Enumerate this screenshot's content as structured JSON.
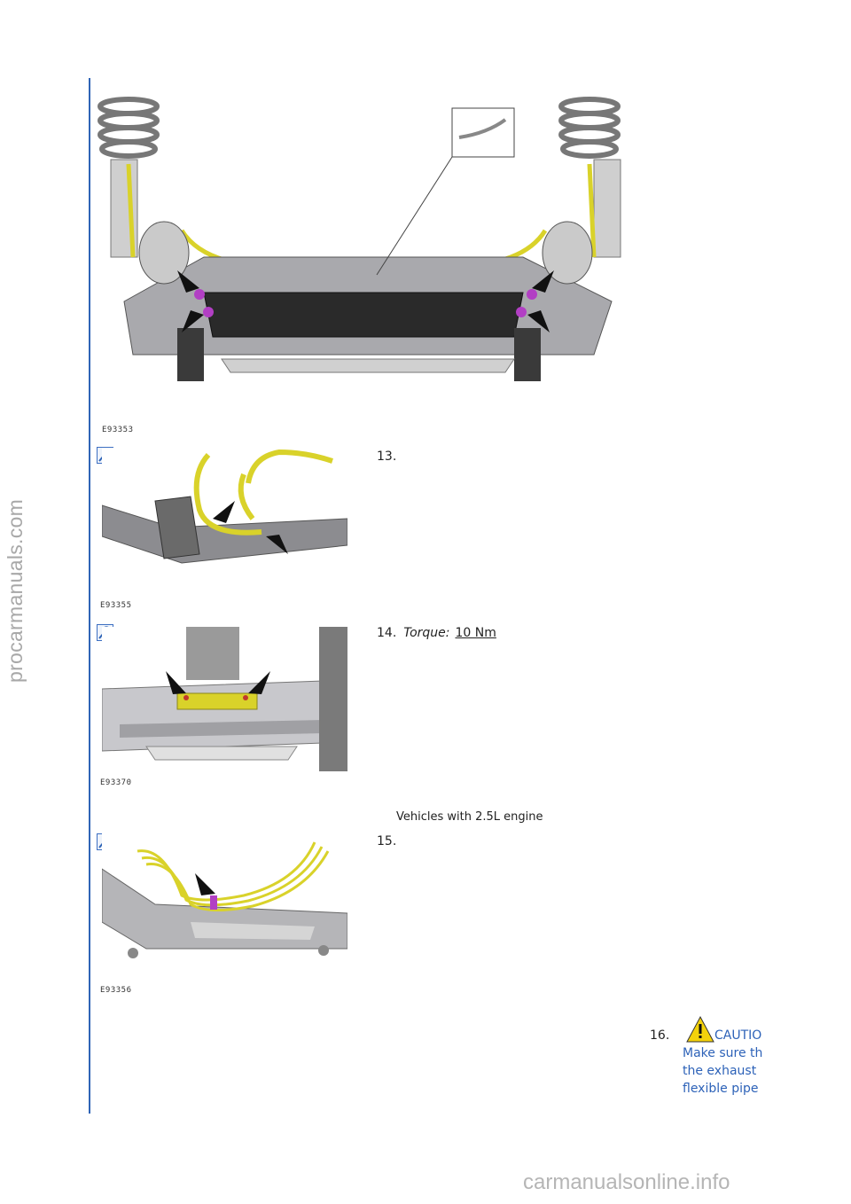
{
  "watermarks": {
    "side": "procarmanuals.com",
    "bottom": "carmanualsonline.info"
  },
  "figures": {
    "main": {
      "id": "E93353"
    },
    "step13": {
      "id": "E93355"
    },
    "step14": {
      "id": "E93370"
    },
    "step15": {
      "id": "E93356"
    }
  },
  "steps": {
    "s13": {
      "number": "13."
    },
    "s14": {
      "number": "14.",
      "torque_label": "Torque:",
      "torque_value": "10 Nm"
    },
    "note15": "Vehicles with 2.5L engine",
    "s15": {
      "number": "15."
    },
    "s16": {
      "number": "16.",
      "caution_title": "CAUTIO",
      "lines": [
        "Make sure th",
        "the exhaust",
        "flexible pipe"
      ]
    }
  },
  "icons": {
    "zoom": "magnify-plus-icon",
    "caution": "warning-triangle-icon"
  },
  "colors": {
    "accent_blue": "#2f64b6",
    "part_yellow": "#d9d22a",
    "fastener_magenta": "#b23fc4"
  }
}
